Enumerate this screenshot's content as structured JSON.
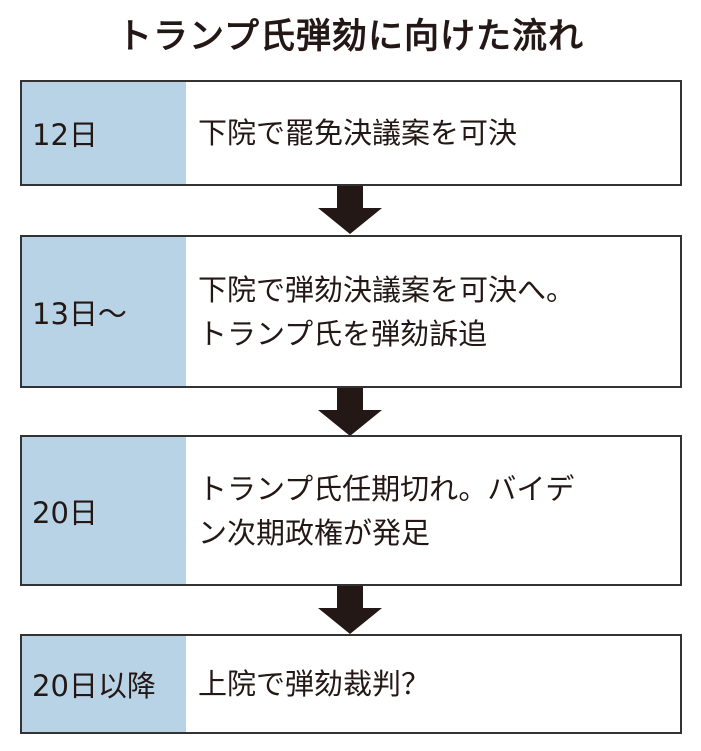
{
  "title": "トランプ氏弾劾に向けた流れ",
  "steps": [
    {
      "date": "12日",
      "text": "下院で罷免決議案を可決"
    },
    {
      "date": "13日～",
      "text": "下院で弾劾決議案を可決へ。\nトランプ氏を弾劾訴追"
    },
    {
      "date": "20日",
      "text": "トランプ氏任期切れ。バイデ\nン次期政権が発足"
    },
    {
      "date": "20日以降",
      "text": "上院で弾劾裁判？"
    }
  ]
}
